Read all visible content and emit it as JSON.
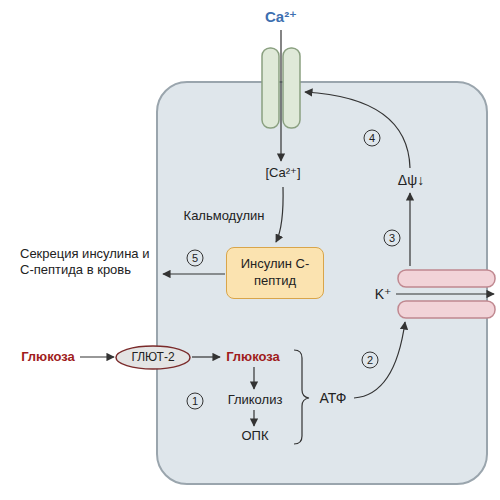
{
  "diagram": {
    "nodes": [
      {
        "text": [
          "Инсулин С-пептид"
        ]
      },
      {
        "text": [
          "ГЛЮТ-2"
        ]
      }
    ],
    "labels": [
      "Ca²⁺",
      "[Ca²⁺]",
      "Кальмодулин",
      "Δψ↓",
      "4",
      "3",
      "2",
      "1",
      "5",
      "Секреция инсулина и С-пептида в кровь",
      "K⁺",
      "Глюкоза",
      "Глюкоза",
      "Гликолиз",
      "ОПК",
      "АТФ"
    ]
  }
}
